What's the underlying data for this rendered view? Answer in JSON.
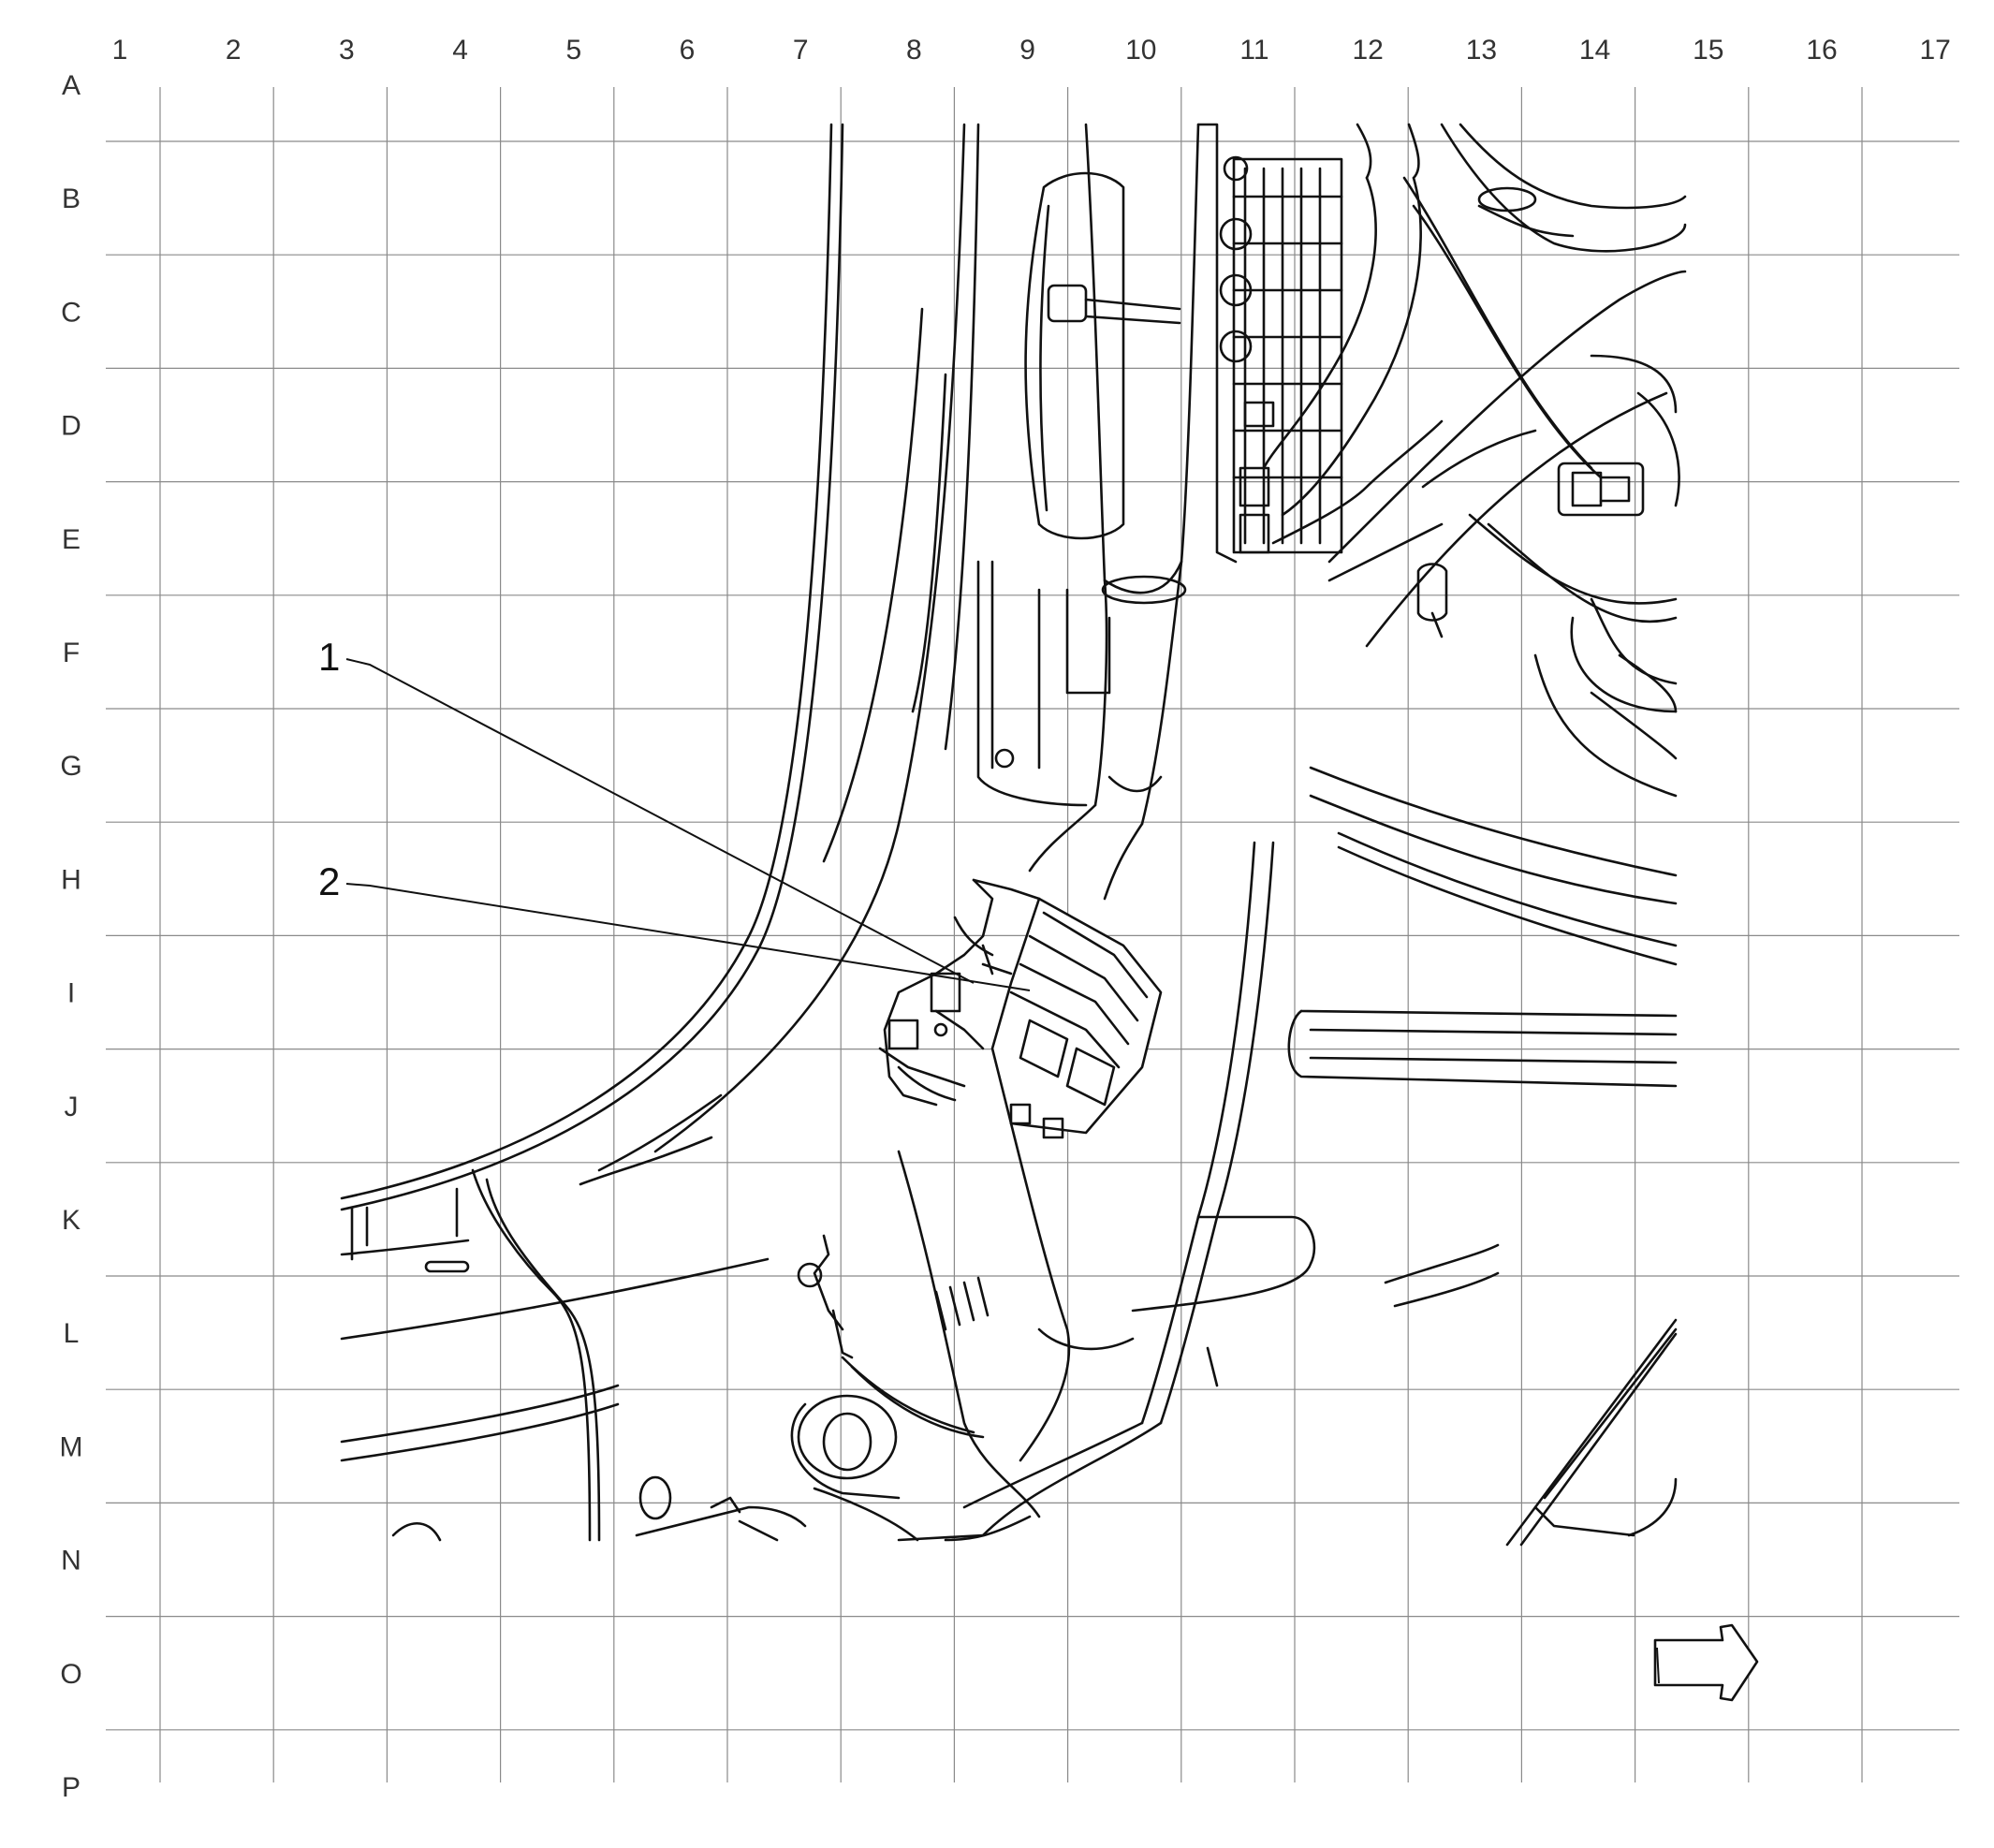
{
  "grid": {
    "columns": [
      "1",
      "2",
      "3",
      "4",
      "5",
      "6",
      "7",
      "8",
      "9",
      "10",
      "11",
      "12",
      "13",
      "14",
      "15",
      "16",
      "17"
    ],
    "rows": [
      "A",
      "B",
      "C",
      "D",
      "E",
      "F",
      "G",
      "H",
      "I",
      "J",
      "K",
      "L",
      "M",
      "N",
      "O",
      "P"
    ]
  },
  "callouts": [
    {
      "label": "1"
    },
    {
      "label": "2"
    }
  ],
  "icons": {
    "direction": "forward-arrow-icon"
  }
}
